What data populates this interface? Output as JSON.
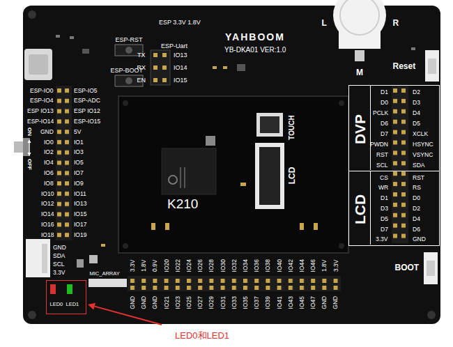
{
  "diagram": {
    "nodes": [
      {
        "text": [
          "DVP",
          "D1",
          "D2",
          "D0",
          "D3",
          "PCLK",
          "D4",
          "D6",
          "D5",
          "D7",
          "XCLK",
          "PWDN",
          "HSYNC",
          "RST",
          "VSYNC",
          "SCL",
          "SDA"
        ]
      },
      {
        "text": [
          "LCD",
          "CS",
          "RST",
          "WR",
          "RS",
          "D1",
          "D0",
          "D3",
          "D2",
          "D5",
          "D4",
          "D7",
          "D6",
          "3.3V",
          "GND"
        ]
      },
      {
        "text": [
          "LED0",
          "LED1"
        ]
      }
    ],
    "labels": [
      "ESP 3.3V 1.8V",
      "ESP-RST",
      "ESP-Uart",
      "ESP-BOOT",
      "TX",
      "RX",
      "EN",
      "IO13",
      "IO14",
      "IO15",
      "YAHBOOM",
      "YB-DKA01 VER:1.0",
      "L",
      "R",
      "M",
      "Reset",
      "BOOT",
      "K210",
      "TOUCH",
      "LCD",
      "ON",
      "OFF",
      "ESP-IO0",
      "ESP-IO4",
      "ESP IO13",
      "ESP-IO14",
      "GND",
      "IO0",
      "IO2",
      "IO4",
      "IO6",
      "IO8",
      "IO10",
      "IO12",
      "IO14",
      "IO16",
      "IO18",
      "ESP-IO5",
      "ESP-ADC",
      "ESP IO12",
      "ESP-IO15",
      "5V",
      "IO1",
      "IO3",
      "IO5",
      "IO7",
      "IO9",
      "IO11",
      "IO13",
      "IO15",
      "IO17",
      "IO19",
      "GND",
      "SDA",
      "SCL",
      "3.3V",
      "MIC_ARRAY",
      "3.3V",
      "1.8V",
      "0.9V",
      "IO20",
      "IO22",
      "IO24",
      "IO26",
      "IO28",
      "IO30",
      "IO32",
      "IO34",
      "IO36",
      "IO38",
      "IO40",
      "IO42",
      "IO44",
      "IO46",
      "1.8V",
      "3.3V",
      "GND",
      "GND",
      "GND",
      "IO21",
      "IO23",
      "IO25",
      "IO27",
      "IO29",
      "IO31",
      "IO33",
      "IO35",
      "IO37",
      "IO39",
      "IO41",
      "IO43",
      "IO45",
      "IO47",
      "GND",
      "GND",
      "LED0和LED1"
    ]
  }
}
